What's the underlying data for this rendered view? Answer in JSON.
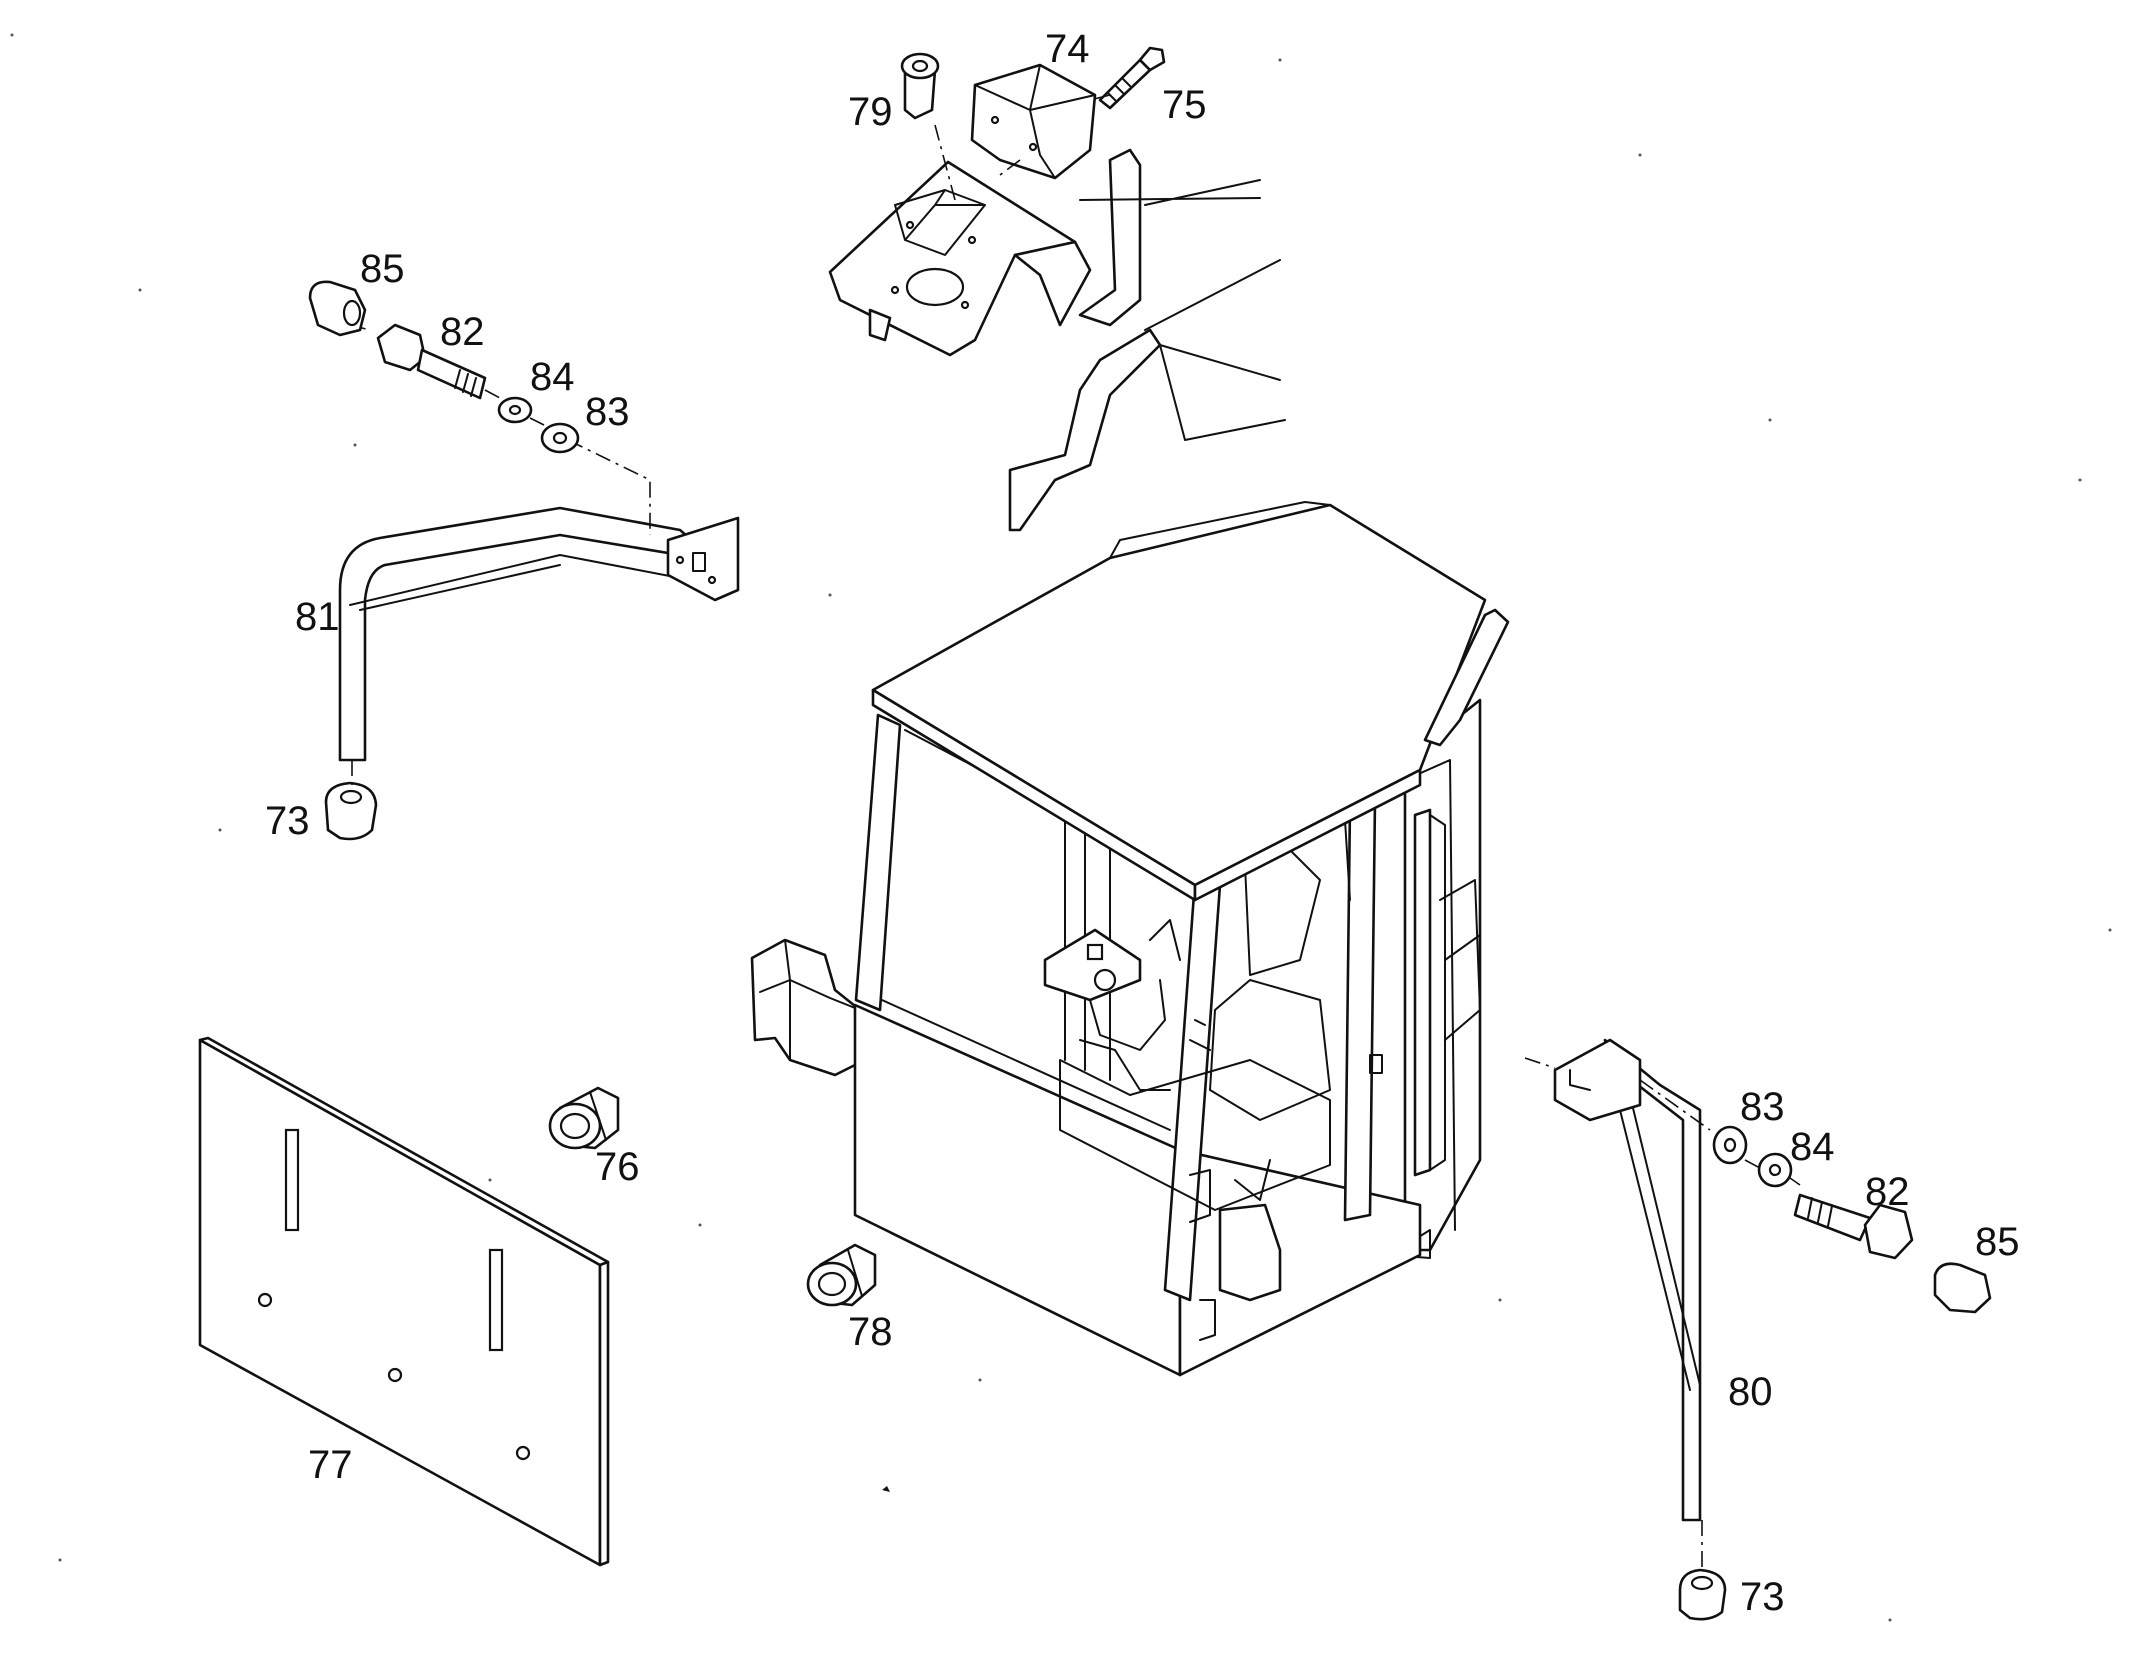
{
  "diagram": {
    "callouts": [
      {
        "id": "74",
        "text": "74"
      },
      {
        "id": "75",
        "text": "75"
      },
      {
        "id": "79",
        "text": "79"
      },
      {
        "id": "85-left",
        "text": "85"
      },
      {
        "id": "82-left",
        "text": "82"
      },
      {
        "id": "84-left",
        "text": "84"
      },
      {
        "id": "83-left",
        "text": "83"
      },
      {
        "id": "81",
        "text": "81"
      },
      {
        "id": "73-left",
        "text": "73"
      },
      {
        "id": "76",
        "text": "76"
      },
      {
        "id": "77",
        "text": "77"
      },
      {
        "id": "78",
        "text": "78"
      },
      {
        "id": "83-right",
        "text": "83"
      },
      {
        "id": "84-right",
        "text": "84"
      },
      {
        "id": "82-right",
        "text": "82"
      },
      {
        "id": "85-right",
        "text": "85"
      },
      {
        "id": "80",
        "text": "80"
      },
      {
        "id": "73-right",
        "text": "73"
      }
    ]
  }
}
